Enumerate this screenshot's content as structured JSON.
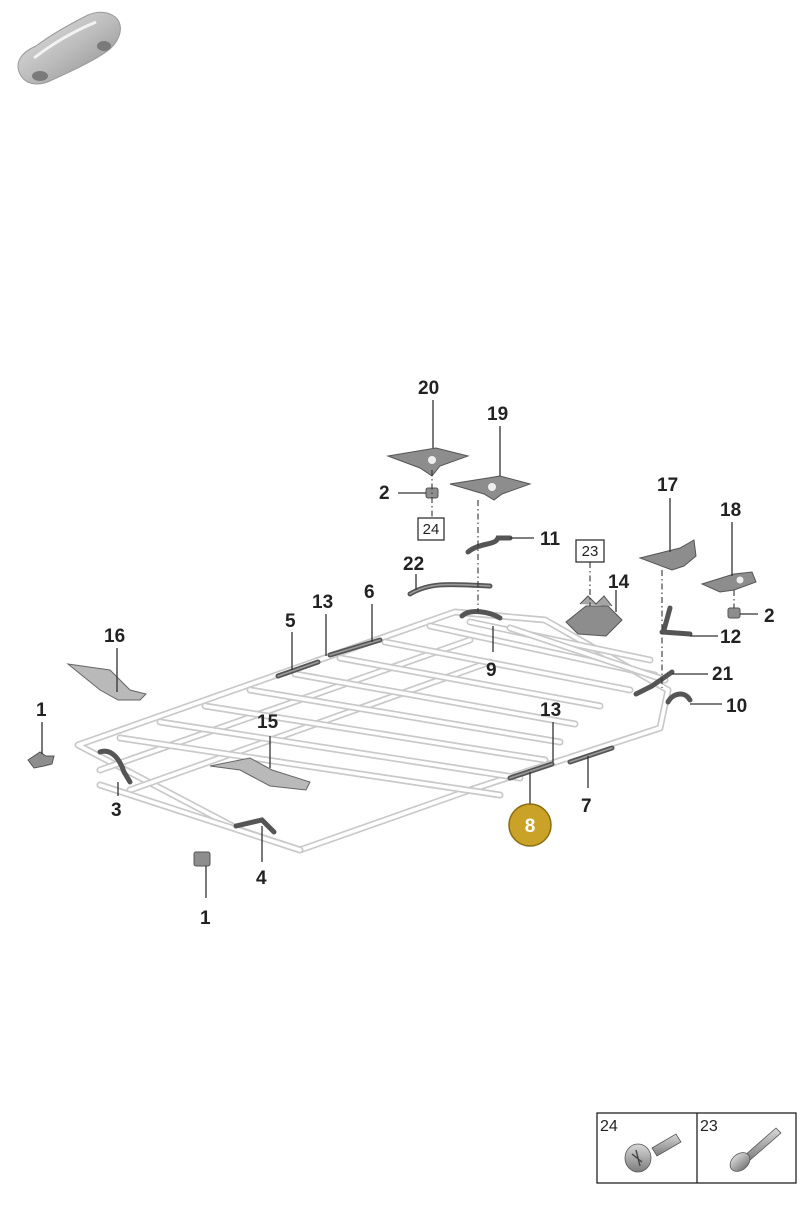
{
  "callouts": {
    "c1a": "1",
    "c1b": "1",
    "c2a": "2",
    "c2b": "2",
    "c3": "3",
    "c4": "4",
    "c5": "5",
    "c6": "6",
    "c7": "7",
    "c8": "8",
    "c9": "9",
    "c10": "10",
    "c11": "11",
    "c12": "12",
    "c13a": "13",
    "c13b": "13",
    "c14": "14",
    "c15": "15",
    "c16": "16",
    "c17": "17",
    "c18": "18",
    "c19": "19",
    "c20": "20",
    "c21": "21",
    "c22": "22",
    "box24": "24",
    "box23": "23"
  },
  "legend": {
    "item1": "24",
    "item2": "23"
  },
  "colors": {
    "highlight": "#C9A227",
    "tube": "#c9c9c9",
    "part": "#8d8d8d"
  },
  "icons": {
    "vehicle": "car-silhouette-icon",
    "screw": "screw-icon",
    "bolt": "bolt-icon"
  }
}
